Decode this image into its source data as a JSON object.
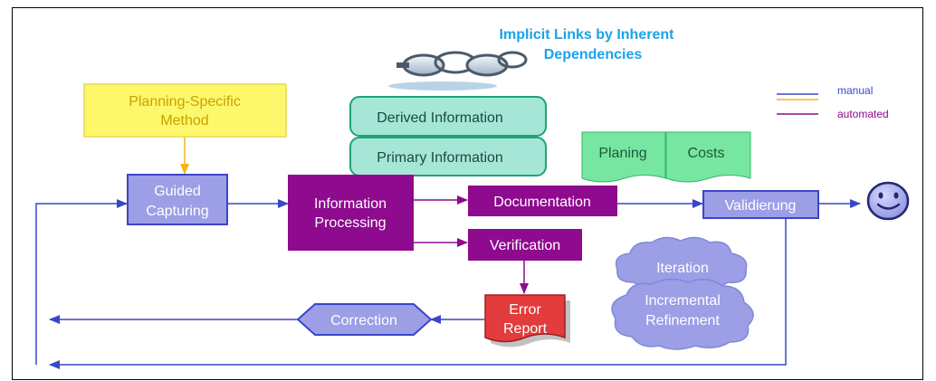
{
  "title": {
    "line1": "Implicit Links by Inherent",
    "line2": "Dependencies"
  },
  "legend": {
    "manual": "manual",
    "automated": "automated"
  },
  "nodes": {
    "planning_method": {
      "line1": "Planning-Specific",
      "line2": "Method"
    },
    "guided_capturing": {
      "line1": "Guided",
      "line2": "Capturing"
    },
    "derived_information": "Derived Information",
    "primary_information": "Primary Information",
    "information_processing": {
      "line1": "Information",
      "line2": "Processing"
    },
    "documentation": "Documentation",
    "verification": "Verification",
    "planing": "Planing",
    "costs": "Costs",
    "validierung": "Validierung",
    "error_report": {
      "line1": "Error",
      "line2": "Report"
    },
    "correction": "Correction",
    "iteration": "Iteration",
    "incremental_refinement": {
      "line1": "Incremental",
      "line2": "Refinement"
    }
  },
  "colors": {
    "manual": "#3a46c8",
    "automated": "#8e0a8e",
    "planning_fill": "#fdf76b",
    "planning_text": "#c9a200",
    "lavender": "#9c9ee6",
    "purple": "#8e0a8e",
    "teal_fill": "#a6e6d6",
    "teal_border": "#1ea37a",
    "green_doc": "#77e6a0",
    "red": "#e23c3c",
    "title_blue": "#1aa3e8"
  }
}
